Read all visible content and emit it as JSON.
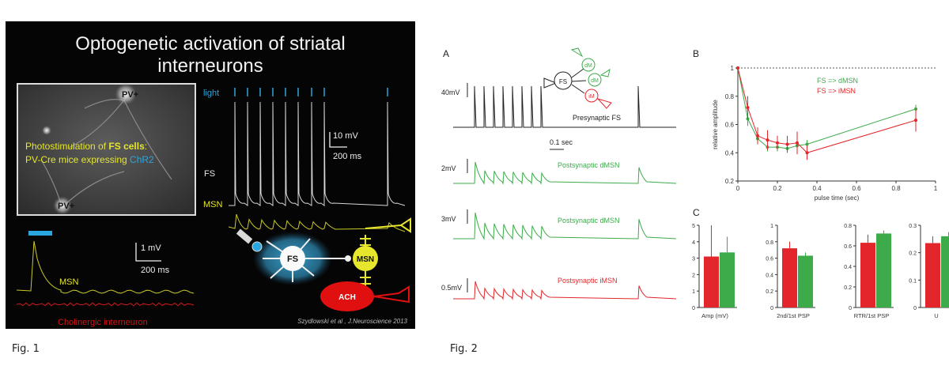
{
  "fig1": {
    "title_line1": "Optogenetic activation of striatal",
    "title_line2": "interneurons",
    "micro_label_top": "PV+",
    "micro_label_bottom": "PV+",
    "photostim_prefix": "Photostimulation of ",
    "photostim_bold": "FS cells",
    "photostim_suffix": ":",
    "mice_text": "PV-Cre mice expressing ",
    "chr2": "ChR2",
    "light_label": "light",
    "scale_top_v": "10 mV",
    "scale_top_t": "200 ms",
    "trace_fs": "FS",
    "trace_msn": "MSN",
    "scale_bottom_v": "1 mV",
    "scale_bottom_t": "200 ms",
    "bottom_msn": "MSN",
    "bottom_cholinergic": "Cholinergic interneuron",
    "node_fs": "FS",
    "node_msn": "MSN",
    "node_ach": "ACH",
    "citation": "Szydlowski et al , J.Neuroscience 2013",
    "colors": {
      "yellow": "#e6e62c",
      "blue": "#2aa7df",
      "red": "#e01010",
      "halo": "#2b7fa5"
    }
  },
  "fig2": {
    "panel_a": "A",
    "panel_b": "B",
    "panel_c": "C",
    "inset_fs": "FS",
    "inset_dm1": "dM",
    "inset_dm2": "dM",
    "inset_im": "iM",
    "trace_scales": [
      "40mV",
      "2mV",
      "3mV",
      "0.5mV"
    ],
    "trace_labels": [
      "Presynaptic FS",
      "Postsynaptic dMSN",
      "Postsynaptic dMSN",
      "Postsynaptic iMSN"
    ],
    "time_scale": "0.1 sec",
    "colors": {
      "green": "#3dab4a",
      "red": "#e3262b",
      "black": "#222222"
    }
  },
  "captions": {
    "fig1": "Fig. 1",
    "fig2": "Fig. 2"
  },
  "chart_data": [
    {
      "type": "line",
      "panel": "B",
      "xlabel": "pulse time (sec)",
      "ylabel": "relative amplitude",
      "xlim": [
        0,
        1
      ],
      "ylim": [
        0.2,
        1
      ],
      "xticks": [
        "0",
        "0.2",
        "0.4",
        "0.6",
        "0.8",
        "1"
      ],
      "yticks": [
        "0.2",
        "0.4",
        "0.6",
        "0.8",
        "1"
      ],
      "reference_line": 1,
      "legend_position": "top-right",
      "series": [
        {
          "name": "FS => dMSN",
          "color": "#3dab4a",
          "x": [
            0,
            0.05,
            0.1,
            0.15,
            0.2,
            0.25,
            0.3,
            0.35,
            0.9
          ],
          "y": [
            1,
            0.64,
            0.5,
            0.44,
            0.44,
            0.43,
            0.45,
            0.46,
            0.71
          ],
          "err": [
            0,
            0.05,
            0.04,
            0.03,
            0.03,
            0.03,
            0.04,
            0.03,
            0.03
          ]
        },
        {
          "name": "FS => iMSN",
          "color": "#e3262b",
          "x": [
            0,
            0.05,
            0.1,
            0.15,
            0.2,
            0.25,
            0.3,
            0.35,
            0.9
          ],
          "y": [
            1,
            0.72,
            0.52,
            0.49,
            0.47,
            0.46,
            0.47,
            0.4,
            0.63
          ],
          "err": [
            0,
            0.08,
            0.06,
            0.07,
            0.05,
            0.06,
            0.08,
            0.05,
            0.08
          ]
        }
      ]
    },
    {
      "type": "bar",
      "panel": "C",
      "categories": [
        "Amp (mV)"
      ],
      "ylim": [
        0,
        5
      ],
      "yticks": [
        "0",
        "1",
        "2",
        "3",
        "4",
        "5"
      ],
      "series": [
        {
          "color": "#e3262b",
          "values": [
            3.1
          ],
          "err": [
            1.9
          ]
        },
        {
          "color": "#3dab4a",
          "values": [
            3.35
          ],
          "err": [
            0.95
          ]
        }
      ]
    },
    {
      "type": "bar",
      "panel": "C",
      "categories": [
        "2nd/1st PSP"
      ],
      "ylim": [
        0,
        1
      ],
      "yticks": [
        "0",
        "0.2",
        "0.4",
        "0.6",
        "0.8",
        "1"
      ],
      "series": [
        {
          "color": "#e3262b",
          "values": [
            0.72
          ],
          "err": [
            0.08
          ]
        },
        {
          "color": "#3dab4a",
          "values": [
            0.63
          ],
          "err": [
            0.04
          ]
        }
      ]
    },
    {
      "type": "bar",
      "panel": "C",
      "categories": [
        "RTR/1st PSP"
      ],
      "ylim": [
        0,
        0.8
      ],
      "yticks": [
        "0",
        "0.2",
        "0.4",
        "0.6",
        "0.8"
      ],
      "series": [
        {
          "color": "#e3262b",
          "values": [
            0.63
          ],
          "err": [
            0.08
          ]
        },
        {
          "color": "#3dab4a",
          "values": [
            0.72
          ],
          "err": [
            0.03
          ]
        }
      ]
    },
    {
      "type": "bar",
      "panel": "C",
      "categories": [
        "U"
      ],
      "ylim": [
        0,
        0.3
      ],
      "yticks": [
        "0",
        "0.1",
        "0.2",
        "0.3"
      ],
      "series": [
        {
          "color": "#e3262b",
          "values": [
            0.235
          ],
          "err": [
            0.025
          ]
        },
        {
          "color": "#3dab4a",
          "values": [
            0.26
          ],
          "err": [
            0.015
          ]
        }
      ]
    }
  ]
}
